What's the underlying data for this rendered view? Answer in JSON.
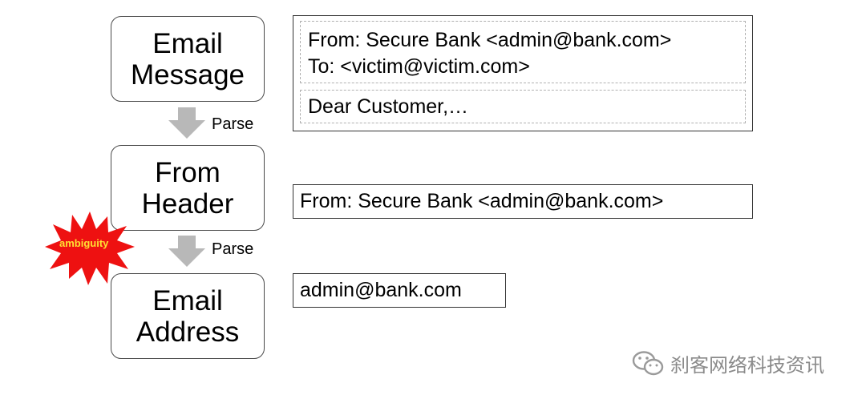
{
  "stages": [
    {
      "line1": "Email",
      "line2": "Message"
    },
    {
      "line1": "From",
      "line2": "Header"
    },
    {
      "line1": "Email",
      "line2": "Address"
    }
  ],
  "parse_labels": [
    "Parse",
    "Parse"
  ],
  "ambiguity_label": "ambiguity",
  "panels": {
    "message": {
      "from_line": "From:  Secure Bank <admin@bank.com>",
      "to_line": "To: <victim@victim.com>",
      "body_line": "Dear Customer,…"
    },
    "header": "From:  Secure Bank <admin@bank.com>",
    "address": "admin@bank.com"
  },
  "watermark": "刹客网络科技资讯",
  "colors": {
    "arrow": "#b8b8b8",
    "burst_fill": "#ee1111",
    "burst_text": "#ffe033"
  },
  "icons": [
    "down-arrow-icon",
    "starburst-icon",
    "wechat-icon"
  ]
}
